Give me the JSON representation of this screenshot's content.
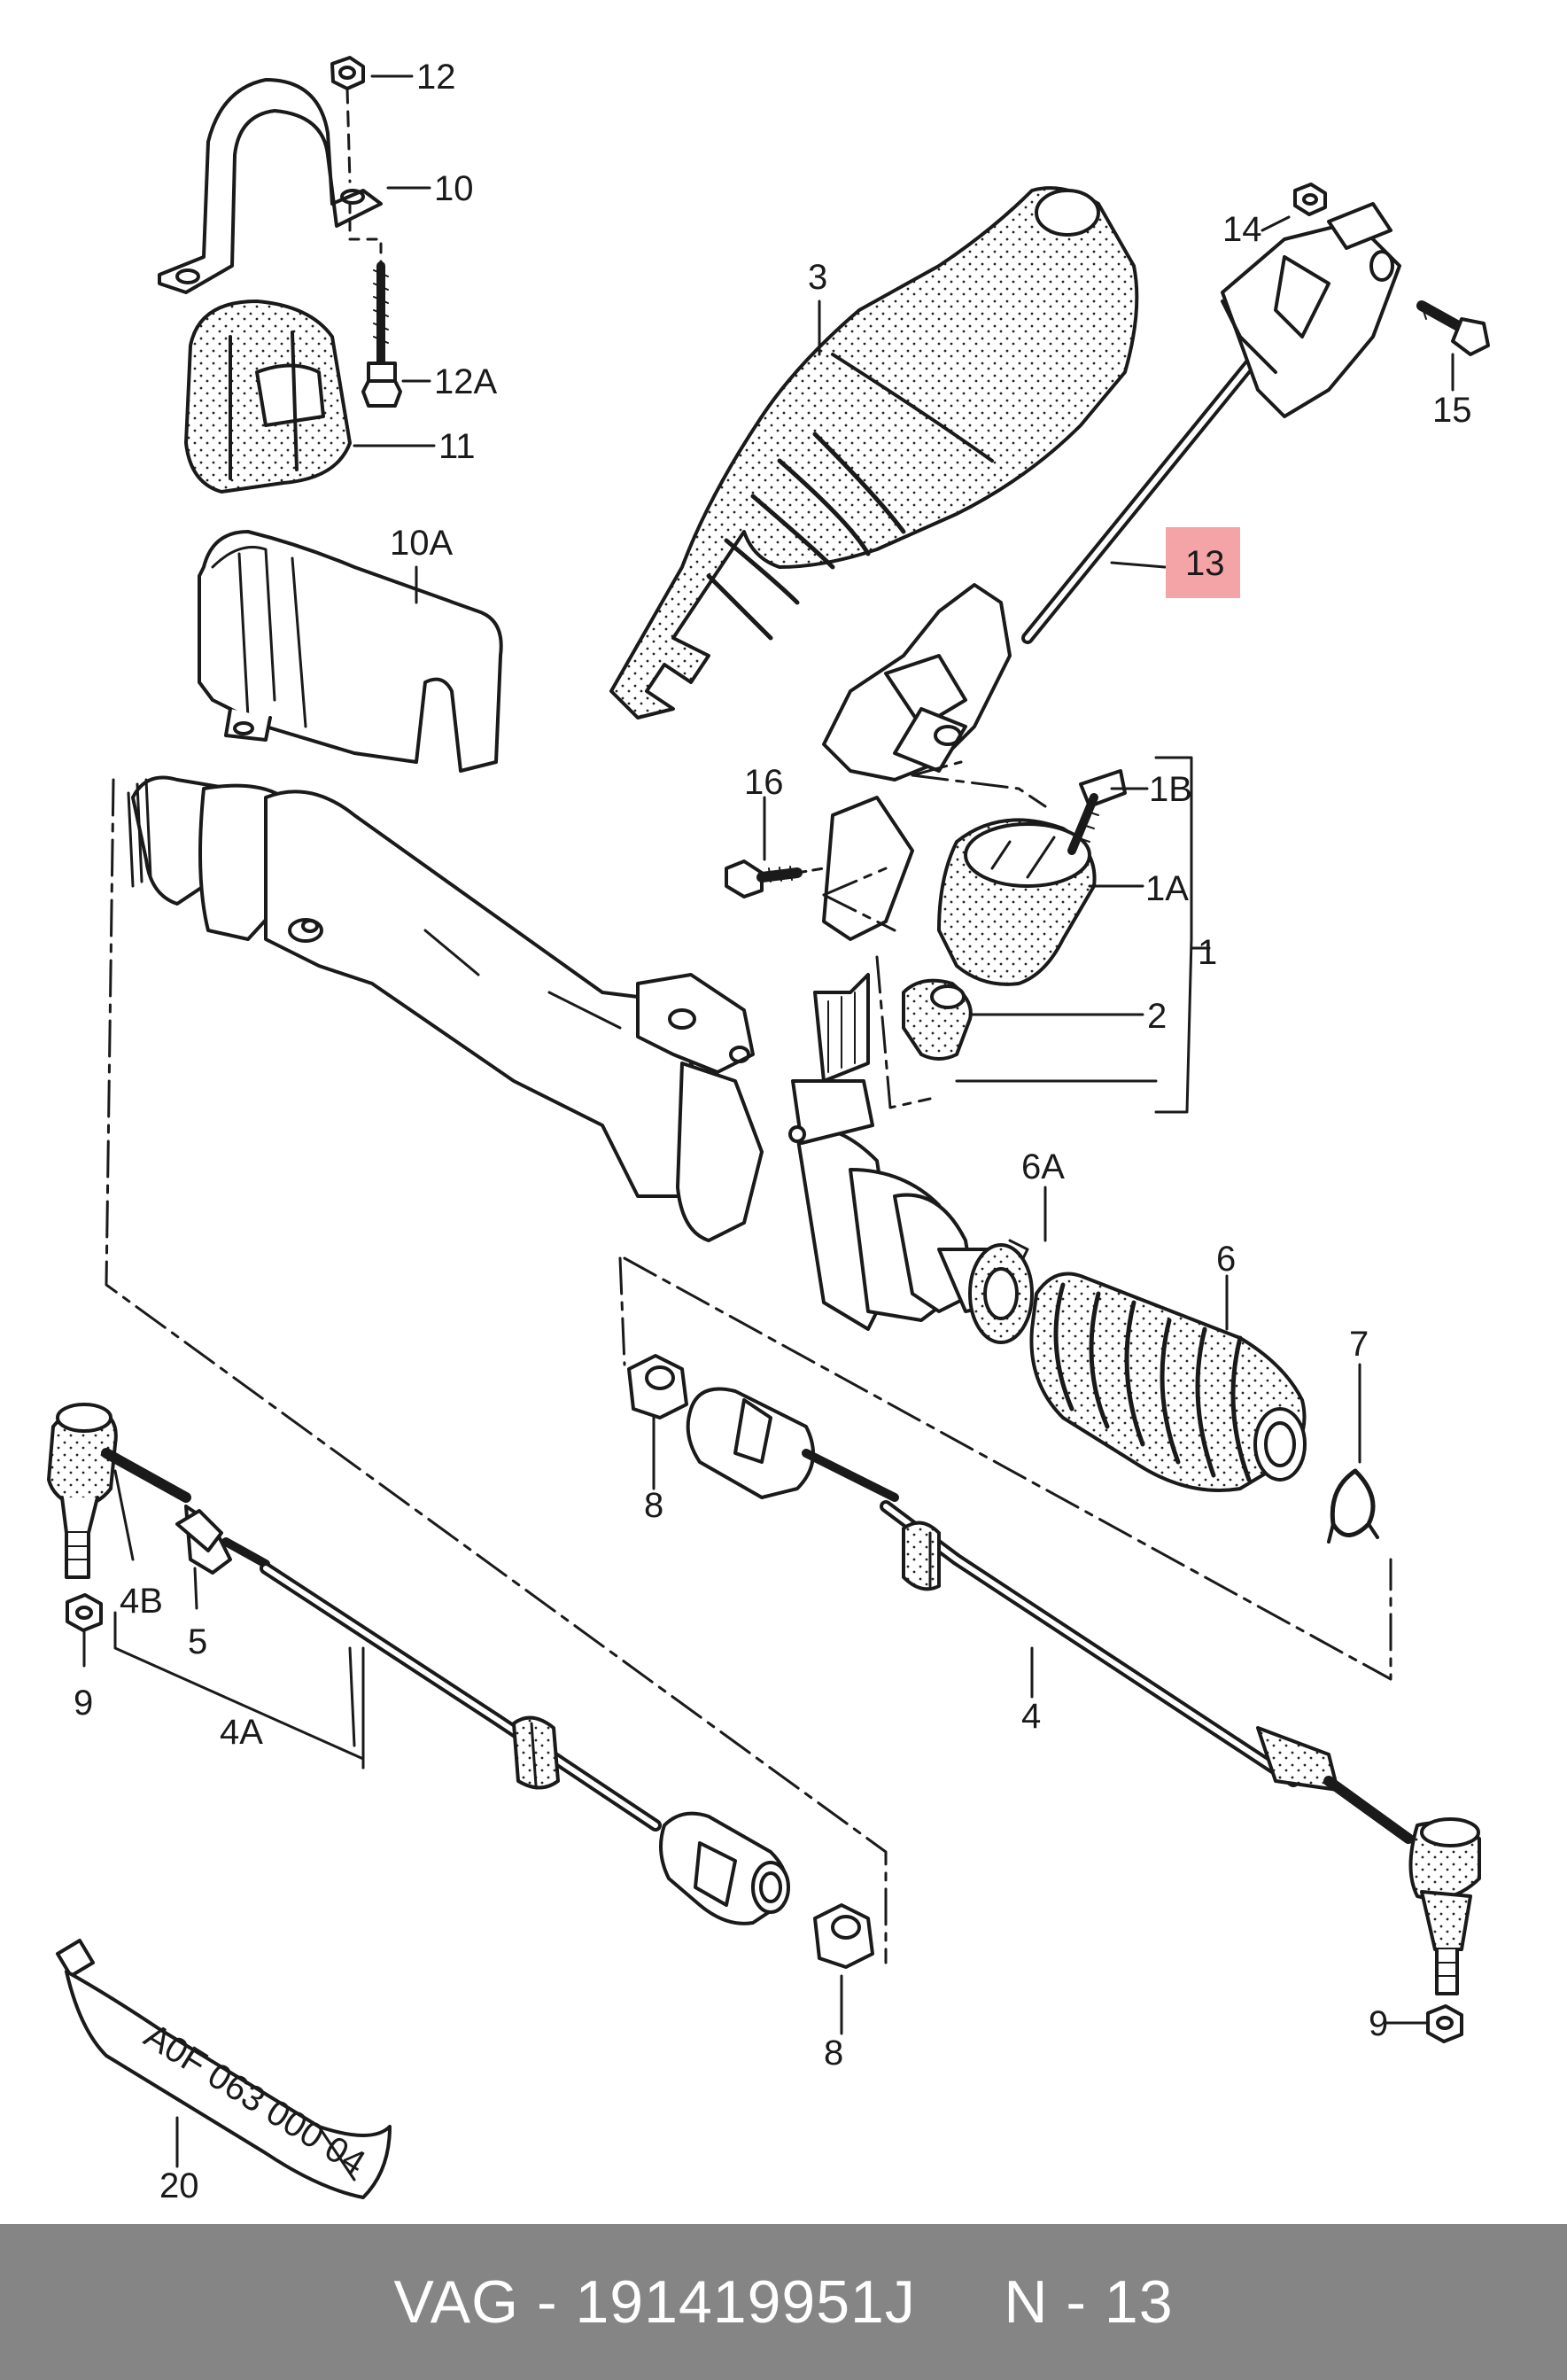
{
  "labels": {
    "p12": "12",
    "p10": "10",
    "p12a": "12A",
    "p11": "11",
    "p10a": "10A",
    "p3": "3",
    "p14": "14",
    "p15": "15",
    "p13": "13",
    "p16": "16",
    "p1b": "1B",
    "p1a": "1A",
    "p1": "1",
    "p2": "2",
    "p6a": "6A",
    "p6": "6",
    "p7": "7",
    "p8a": "8",
    "p8b": "8",
    "p4b": "4B",
    "p5": "5",
    "p9a": "9",
    "p4a": "4A",
    "p4": "4",
    "p9b": "9",
    "p20": "20",
    "tube_text": "A0F 063 000 04"
  },
  "highlight_color": "#f4a3a6",
  "footer": {
    "brand": "VAG",
    "sep1": " - ",
    "part_number": "191419951J",
    "gap": "     ",
    "position_label": "N",
    "sep2": " - ",
    "position_number": "13"
  }
}
